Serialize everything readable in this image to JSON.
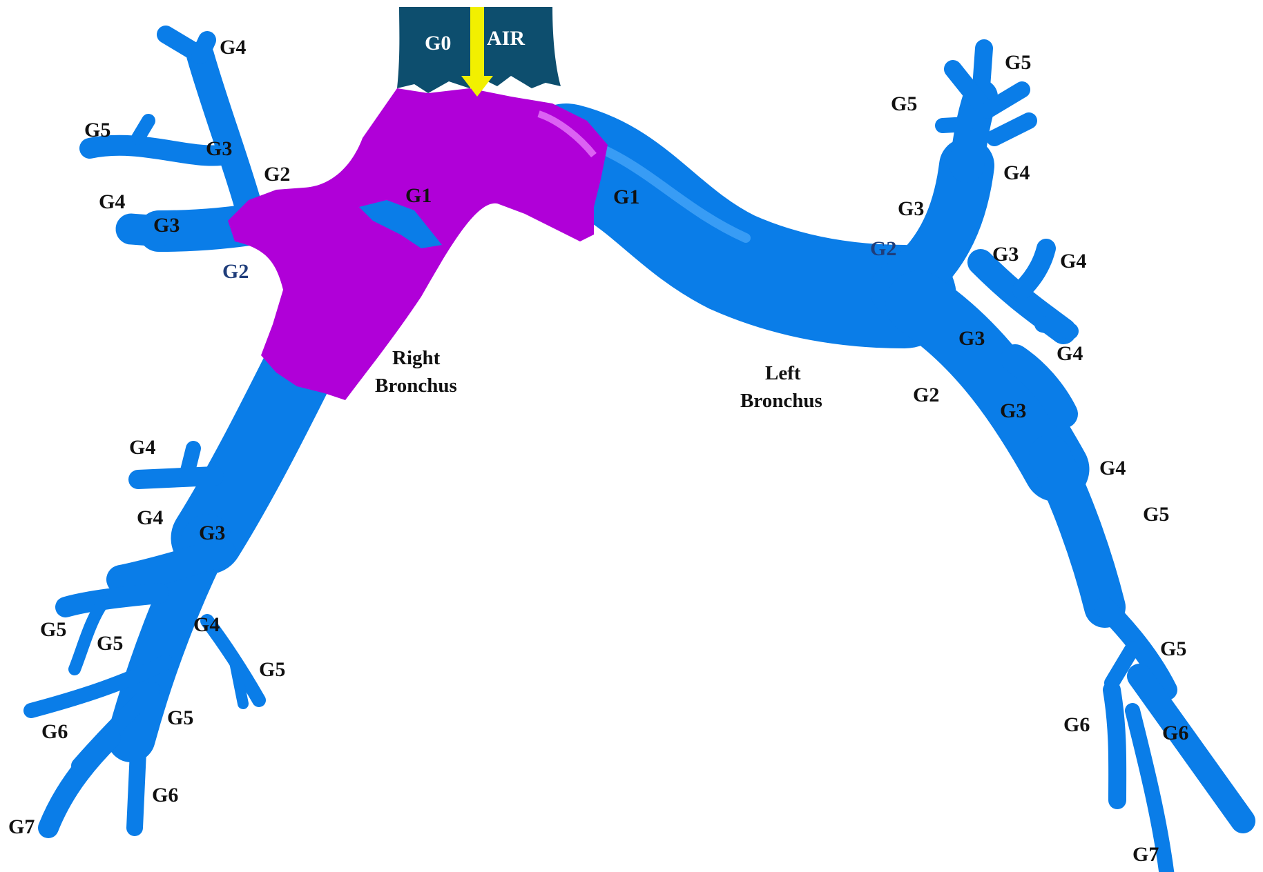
{
  "colors": {
    "trachea": "#0d4e6e",
    "first_generation": "#b000d8",
    "airway": "#0a7de8",
    "arrow": "#f2f000",
    "label_dark": "#111111",
    "label_navy": "#1f3d7a"
  },
  "labels": {
    "g0": "G0",
    "air": "AIR",
    "g1_right": "G1",
    "g1_left": "G1",
    "right_bronchus_line1": "Right",
    "right_bronchus_line2": "Bronchus",
    "left_bronchus_line1": "Left",
    "left_bronchus_line2": "Bronchus",
    "r_upper_g4": "G4",
    "r_upper_g5": "G5",
    "r_upper_g3a": "G3",
    "r_upper_g2": "G2",
    "r_upper_g4b": "G4",
    "r_upper_g3b": "G3",
    "r_upper_g2b": "G2",
    "r_lower_g4a": "G4",
    "r_lower_g4b": "G4",
    "r_lower_g3": "G3",
    "r_lower_g5a": "G5",
    "r_lower_g5b": "G5",
    "r_lower_g4c": "G4",
    "r_lower_g5c": "G5",
    "r_lower_g6a": "G6",
    "r_lower_g5d": "G5",
    "r_lower_g6b": "G6",
    "r_lower_g7": "G7",
    "l_upper_g5a": "G5",
    "l_upper_g5b": "G5",
    "l_upper_g4a": "G4",
    "l_upper_g3a": "G3",
    "l_upper_g2": "G2",
    "l_upper_g3b": "G3",
    "l_upper_g4b": "G4",
    "l_mid_g3": "G3",
    "l_mid_g4": "G4",
    "l_lower_g2": "G2",
    "l_lower_g3": "G3",
    "l_lower_g4": "G4",
    "l_lower_g5a": "G5",
    "l_lower_g5b": "G5",
    "l_lower_g6a": "G6",
    "l_lower_g6b": "G6",
    "l_lower_g7": "G7"
  }
}
